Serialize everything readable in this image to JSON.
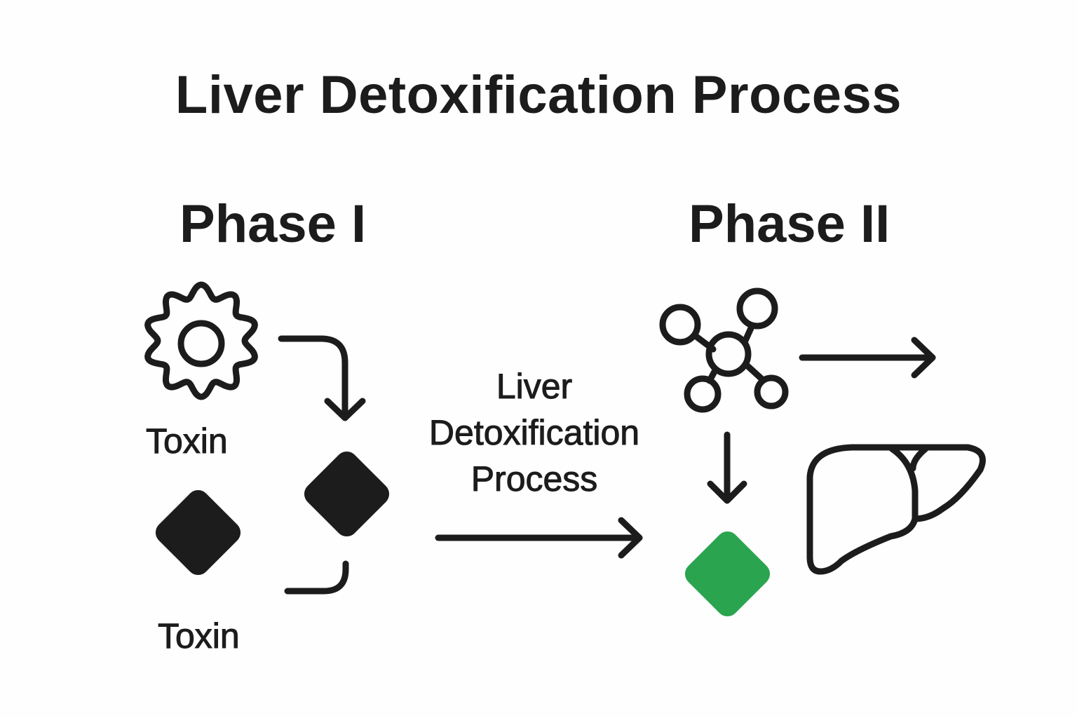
{
  "title": "Liver Detoxification Process",
  "phases": {
    "phase1": {
      "label": "Phase I"
    },
    "phase2": {
      "label": "Phase II"
    }
  },
  "labels": {
    "toxin_top": "Toxin",
    "toxin_bottom": "Toxin",
    "center_line1": "Liver",
    "center_line2": "Detoxification",
    "center_line3": "Process"
  },
  "icons": {
    "enzyme": "gear-icon",
    "toxin_molecule_1": "diamond-icon",
    "toxin_molecule_2": "diamond-icon",
    "conjugation": "molecule-network-icon",
    "detoxified_product": "diamond-icon",
    "organ": "liver-icon"
  },
  "colors": {
    "ink": "#1c1c1c",
    "detoxified": "#2aa44f",
    "background": "#fefefe"
  }
}
